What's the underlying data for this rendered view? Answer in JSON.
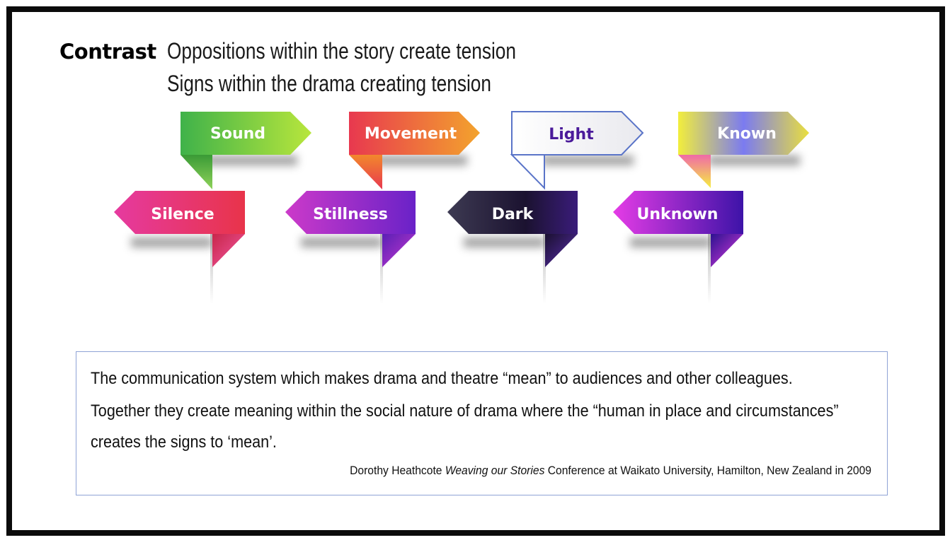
{
  "heading": {
    "title": "Contrast",
    "line1": "Oppositions within the story create tension",
    "line2": "Signs within the drama creating tension"
  },
  "signs": {
    "top": [
      "Sound",
      "Movement",
      "Light",
      "Known"
    ],
    "bottom": [
      "Silence",
      "Stillness",
      "Dark",
      "Unknown"
    ]
  },
  "quote": {
    "line1": "The communication system which makes drama and theatre “mean” to audiences and other colleagues.",
    "line2": "Together they create meaning within the social nature of drama where the “human in place and circumstances”",
    "line3": "creates the signs to ‘mean’.",
    "citation_author": "Dorothy Heathcote",
    "citation_title": "Weaving our Stories",
    "citation_rest": "Conference at Waikato University, Hamilton, New Zealand in 2009"
  }
}
